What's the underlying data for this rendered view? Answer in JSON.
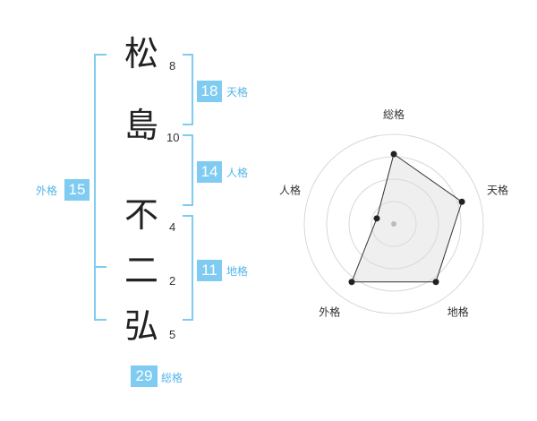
{
  "name_chars": [
    {
      "char": "松",
      "strokes": "8"
    },
    {
      "char": "島",
      "strokes": "10"
    },
    {
      "char": "不",
      "strokes": "4"
    },
    {
      "char": "二",
      "strokes": "2"
    },
    {
      "char": "弘",
      "strokes": "5"
    }
  ],
  "kakaku": {
    "tenkaku": {
      "label": "天格",
      "value": "18"
    },
    "jinkaku": {
      "label": "人格",
      "value": "14"
    },
    "chikaku": {
      "label": "地格",
      "value": "11"
    },
    "gaikaku": {
      "label": "外格",
      "value": "15"
    },
    "soukaku": {
      "label": "総格",
      "value": "29"
    }
  },
  "colors": {
    "accent": "#7fcbf2",
    "accent_text": "#53b5e8"
  },
  "chart_data": {
    "type": "radar",
    "axes": [
      "総格",
      "天格",
      "地格",
      "外格",
      "人格"
    ],
    "values": [
      0.78,
      0.8,
      0.8,
      0.8,
      0.2
    ],
    "rings": 4,
    "grid": true
  }
}
